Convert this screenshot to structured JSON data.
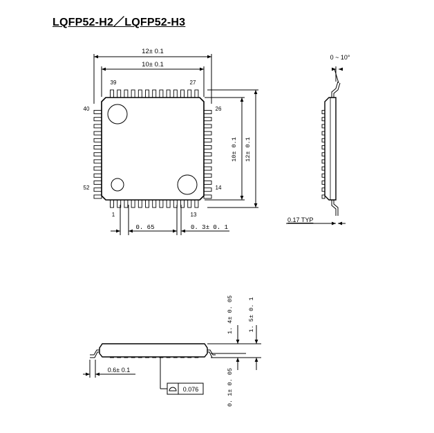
{
  "title": "LQFP52-H2／LQFP52-H3",
  "top_view": {
    "dim_outer": "12± 0.1",
    "dim_inner": "10± 0.1",
    "dim_inner_vertical": "10± 0.1",
    "dim_outer_vertical": "12± 0.1",
    "pitch": "0. 65",
    "lead_width": "0. 3± 0. 1",
    "pins": {
      "p1": "1",
      "p13": "13",
      "p14": "14",
      "p26": "26",
      "p27": "27",
      "p39": "39",
      "p40": "40",
      "p52": "52"
    }
  },
  "side_view": {
    "angle": "0 ~ 10°",
    "lead_thickness": "0.17 TYP"
  },
  "front_view": {
    "body_height": "1. 4± 0. 05",
    "total_height": "1. 5± 0. 1",
    "standoff": "0. 1± 0. 05",
    "foot_length": "0.6± 0.1",
    "flatness": "0.076"
  }
}
